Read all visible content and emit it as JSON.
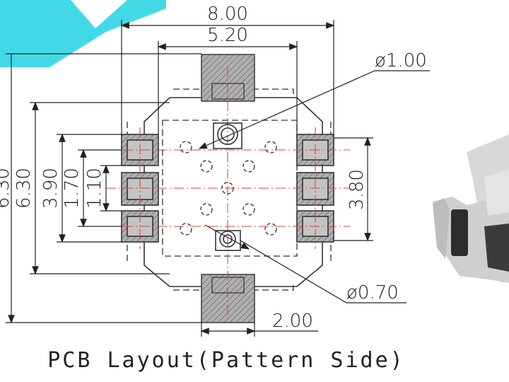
{
  "dimensions": {
    "width_total": "8.00",
    "width_inner": "5.20",
    "hole_large": "ø1.00",
    "hole_small": "ø0.70",
    "height_outer": "6.30",
    "height_partial": "6.30",
    "height_pads": "3.90",
    "pitch": "1.70",
    "pad_height": "1.10",
    "right_height": "3.80",
    "bottom_pad_width": "2.00"
  },
  "caption": "PCB Layout(Pattern Side)",
  "colors": {
    "pad_fill": "#a8a8a8",
    "centerline": "#e8403a",
    "watermark": "#38d7e6",
    "line": "#222222"
  },
  "icons": {
    "corner_mark": "cyan-watermark-shape",
    "product_photo": "smd-switch-photo"
  }
}
